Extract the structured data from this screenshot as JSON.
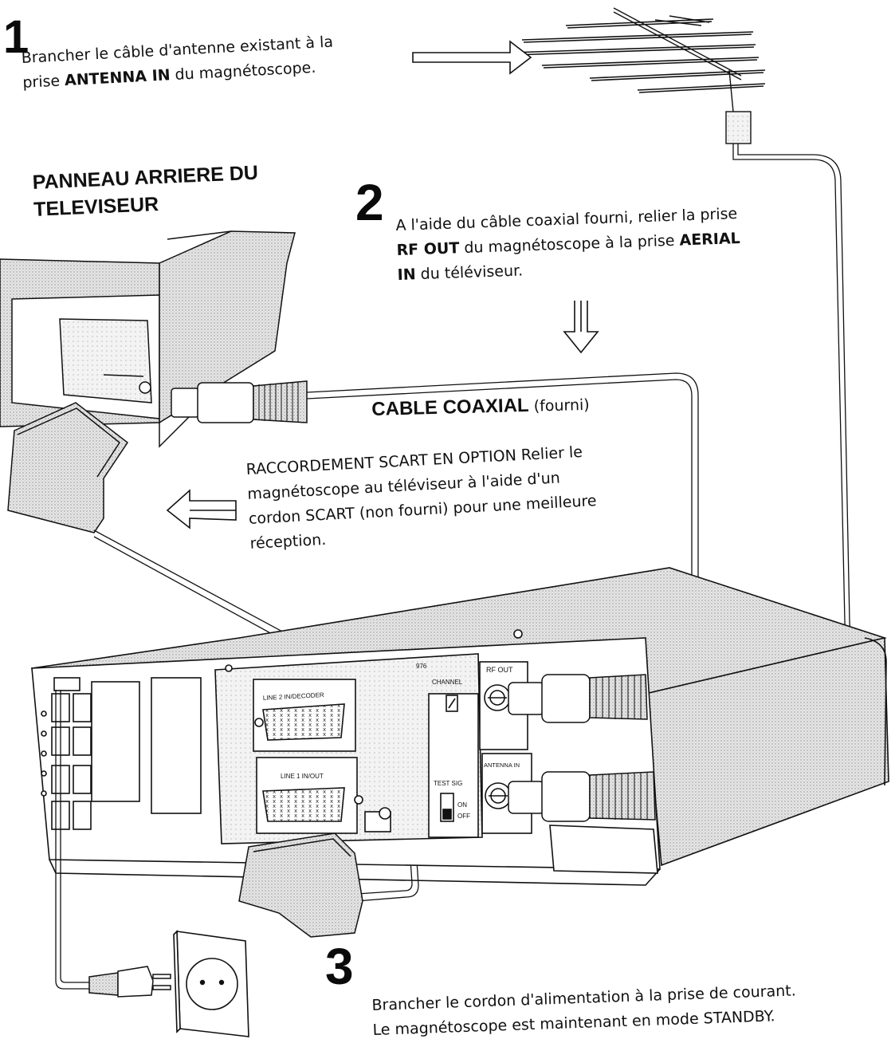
{
  "steps": [
    {
      "number": "1",
      "line1": "Brancher le câble d'antenne existant à la",
      "line2_a": "prise ",
      "line2_bold": "ANTENNA IN",
      "line2_b": " du magnétoscope."
    },
    {
      "number": "2",
      "line1": "A l'aide du câble coaxial fourni, relier la prise",
      "line2_bold1": "RF OUT",
      "line2_a": " du magnétoscope à la prise ",
      "line2_bold2": "AERIAL",
      "line3_bold": "IN",
      "line3_a": " du téléviseur."
    },
    {
      "number": "3",
      "line1": "Brancher le cordon d'alimentation à la prise de courant.",
      "line2": "Le magnétoscope est maintenant en mode STANDBY."
    }
  ],
  "tv_panel_title": [
    "PANNEAU ARRIERE DU",
    "TELEVISEUR"
  ],
  "coax_label_bold": "CABLE COAXIAL",
  "coax_label_rest": " (fourni)",
  "scart_text": [
    "RACCORDEMENT SCART EN OPTION Relier le",
    "magnétoscope au téléviseur à l'aide d'un",
    "cordon  SCART (non fourni) pour une meilleure",
    "réception."
  ],
  "vcr_labels": {
    "line2": "LINE 2 IN/DECODER",
    "line1": "LINE 1 IN/OUT",
    "channel": "CHANNEL",
    "rf_out": "RF OUT",
    "antenna_in": "ANTENNA IN",
    "test_sig": "TEST SIG",
    "on": "ON",
    "off": "OFF",
    "code": "976"
  },
  "colors": {
    "ink": "#111111",
    "hatch": "#bdbdbd",
    "paper": "#ffffff"
  }
}
